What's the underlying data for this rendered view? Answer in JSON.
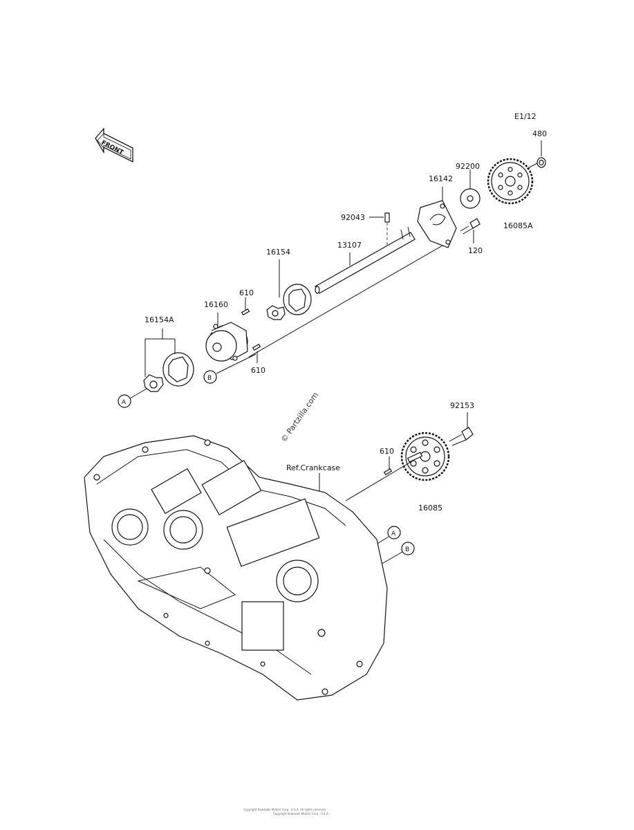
{
  "header": {
    "page_code": "E1/12",
    "front_badge": "FRONT"
  },
  "parts": {
    "p480": "480",
    "p92200": "92200",
    "p16142": "16142",
    "p16085A": "16085A",
    "p92043": "92043",
    "p13107": "13107",
    "p120": "120",
    "p16154": "16154",
    "p610_a": "610",
    "p16160": "16160",
    "p16154A": "16154A",
    "p610_b": "610",
    "p92153": "92153",
    "p610_c": "610",
    "p16085": "16085",
    "ref_crankcase": "Ref.Crankcase"
  },
  "callouts": {
    "a_upper": "A",
    "b_upper": "B",
    "a_lower": "A",
    "b_lower": "B"
  },
  "watermark": "© Partzilla.com",
  "footer": {
    "line1": "Copyright Kawasaki Motors Corp., U.S.A. All rights reserved.",
    "line2": "Copyright Kawasaki Motors Corp., U.S.A."
  }
}
